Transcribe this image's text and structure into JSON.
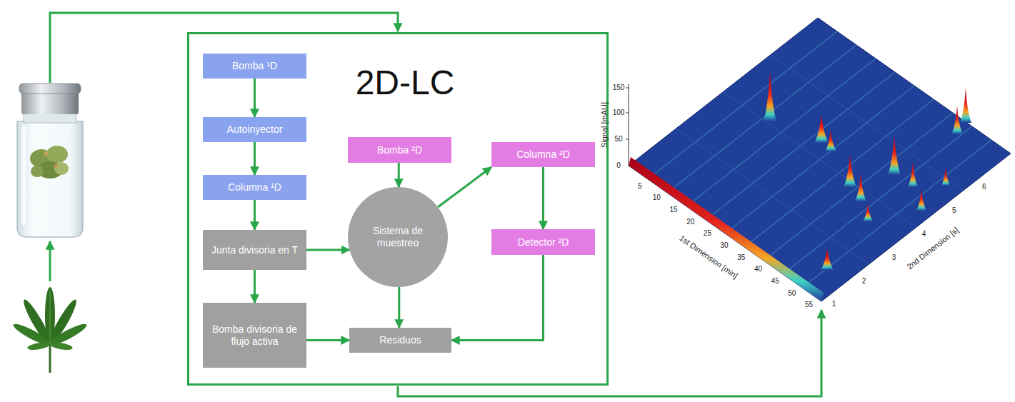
{
  "diagram": {
    "nodes": [
      {
        "text": [
          "2D-LC"
        ]
      },
      {
        "text": [
          "Bomba ¹D"
        ],
        "in": 0
      },
      {
        "text": [
          "Autoinyector"
        ],
        "in": 0
      },
      {
        "text": [
          "Columna ¹D"
        ],
        "in": 0
      },
      {
        "text": [
          "Junta divisoria en T"
        ],
        "in": 0
      },
      {
        "text": [
          "Bomba divisoria de flujo activa"
        ],
        "in": 0
      },
      {
        "text": [
          "Bomba ²D"
        ],
        "in": 0
      },
      {
        "text": [
          "Sistema de muestreo"
        ],
        "in": 0
      },
      {
        "text": [
          "Columna ²D"
        ],
        "in": 0
      },
      {
        "text": [
          "Detector ²D"
        ],
        "in": 0
      },
      {
        "text": [
          "Residuos"
        ],
        "in": 0
      }
    ],
    "edges": [
      {
        "from": 1,
        "to": 2,
        "arrow": "to"
      },
      {
        "from": 2,
        "to": 3,
        "arrow": "to"
      },
      {
        "from": 3,
        "to": 4,
        "arrow": "to"
      },
      {
        "from": 4,
        "to": 5,
        "arrow": "to"
      },
      {
        "from": 4,
        "to": 7,
        "arrow": "to"
      },
      {
        "from": 6,
        "to": 7,
        "arrow": "to"
      },
      {
        "from": 7,
        "to": 8,
        "arrow": "to"
      },
      {
        "from": 8,
        "to": 9,
        "arrow": "to"
      },
      {
        "from": 9,
        "to": 10,
        "arrow": "to"
      },
      {
        "from": 7,
        "to": 10,
        "arrow": "to"
      },
      {
        "from": 5,
        "to": 10,
        "arrow": "to"
      }
    ],
    "labels": [
      "Signal [mAU]",
      "150",
      "100",
      "50",
      "0",
      "1st Dimension [min]",
      "5",
      "10",
      "15",
      "20",
      "25",
      "30",
      "35",
      "40",
      "45",
      "50",
      "55",
      "2nd Dimension [s]",
      "1",
      "2",
      "3",
      "4",
      "5",
      "6"
    ]
  }
}
